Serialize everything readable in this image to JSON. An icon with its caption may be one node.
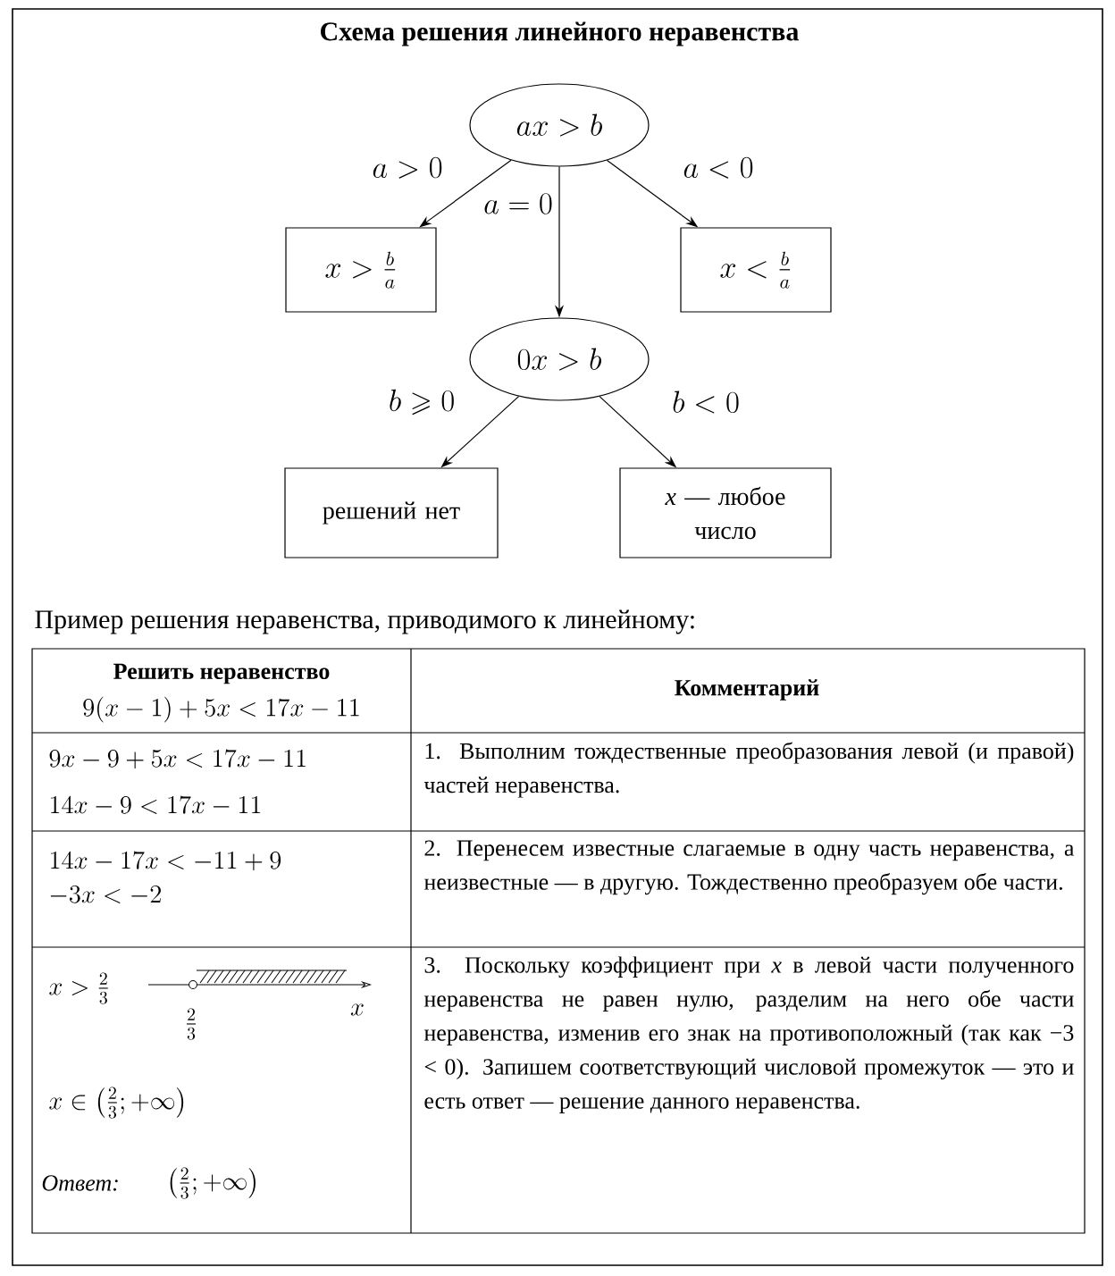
{
  "diagram": {
    "title": "Схема решения линейного неравенства",
    "nodes": [
      {
        "text": [
          "ax>b"
        ]
      },
      {
        "text": [
          "x>\\frac{b}{a}"
        ]
      },
      {
        "text": [
          "x<\\frac{b}{a}"
        ]
      },
      {
        "text": [
          "0x>b"
        ]
      },
      {
        "text": [
          "решений нет"
        ]
      },
      {
        "text": [
          "*x* — любое число"
        ]
      }
    ],
    "edges": [
      {
        "from": 0,
        "to": 1,
        "arrow": "to",
        "label": "a>0"
      },
      {
        "from": 0,
        "to": 3,
        "arrow": "to",
        "label": "a=0"
      },
      {
        "from": 0,
        "to": 2,
        "arrow": "to",
        "label": "a<0"
      },
      {
        "from": 3,
        "to": 4,
        "arrow": "to",
        "label": "b\\geqslant 0"
      },
      {
        "from": 3,
        "to": 5,
        "arrow": "to",
        "label": "b<0"
      }
    ],
    "labels": [
      "Пример решения неравенства, приводимого к линейному:",
      "Решить неравенство",
      "9(x-1)+5x<17x-11",
      "Комментарий",
      "9x-9+5x<17x-11",
      "14x-9<17x-11",
      "1. Выполним тождественные преобразования левой (и правой) частей неравенства.",
      "14x-17x<-11+9",
      "-3x<-2",
      "2. Перенесем известные слагаемые в одну часть неравенства, а неизвестные — в другую. Тождественно преобразуем обе части.",
      "x>\\frac{2}{3}",
      "\\frac{2}{3}",
      "x",
      "x\\in\\left(\\frac{2}{3};+\\infty\\right)",
      "Ответ:",
      "\\left(\\frac{2}{3};+\\infty\\right)",
      "3. Поскольку коэффициент при *x* в левой части полученного неравенства не равен нулю, разделим на него обе части неравенства, изменив его знак на противоположный (так как −3 < 0). Запишем соответствующий числовой промежуток — это и есть ответ — решение данного неравенства."
    ]
  }
}
